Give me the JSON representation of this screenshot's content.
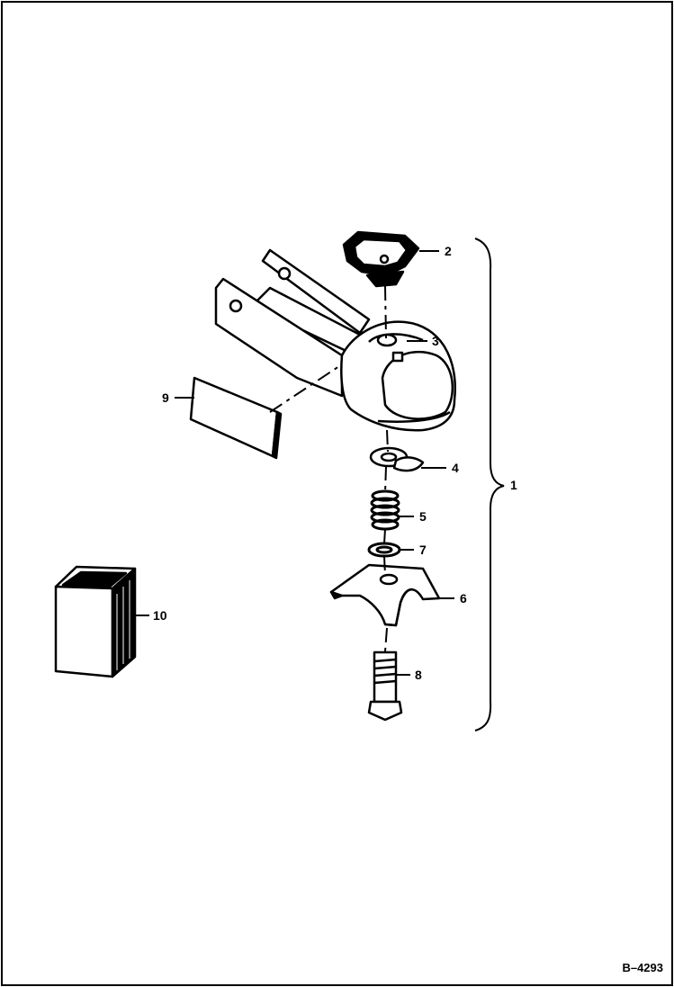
{
  "diagram": {
    "figure_id": "B–4293",
    "callouts": [
      {
        "id": "c1",
        "label": "1"
      },
      {
        "id": "c2",
        "label": "2"
      },
      {
        "id": "c3",
        "label": "3"
      },
      {
        "id": "c4",
        "label": "4"
      },
      {
        "id": "c5",
        "label": "5"
      },
      {
        "id": "c6",
        "label": "6"
      },
      {
        "id": "c7",
        "label": "7"
      },
      {
        "id": "c8",
        "label": "8"
      },
      {
        "id": "c9",
        "label": "9"
      },
      {
        "id": "c10",
        "label": "10"
      }
    ]
  }
}
